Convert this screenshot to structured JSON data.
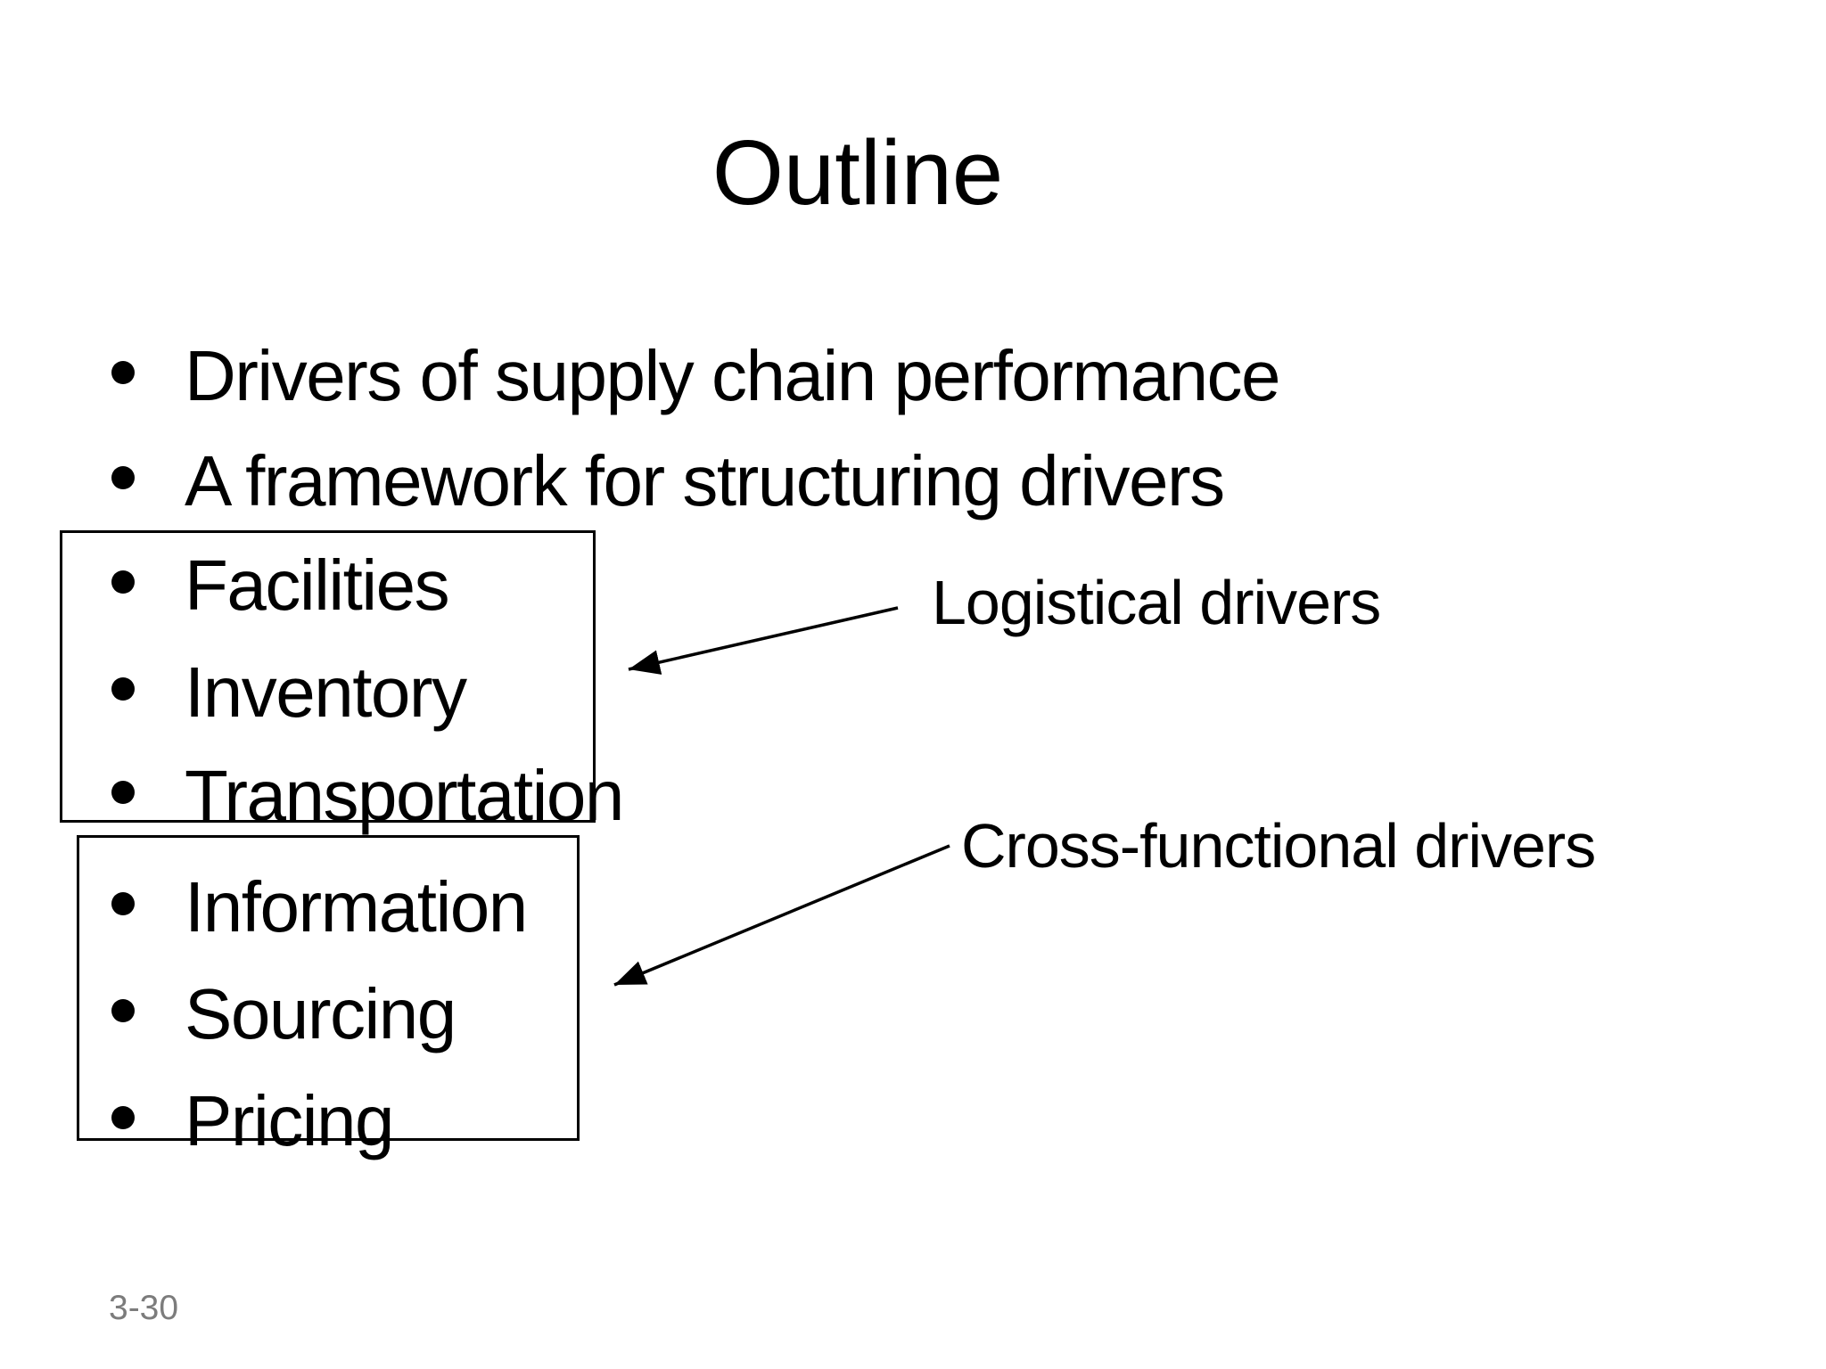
{
  "slide": {
    "title": "Outline",
    "bullets": [
      "Drivers of supply chain performance",
      "A framework for structuring drivers",
      "Facilities",
      "Inventory",
      "Transportation",
      "Information",
      "Sourcing",
      "Pricing"
    ],
    "annotations": {
      "logistical": "Logistical drivers",
      "cross_functional": "Cross-functional drivers"
    },
    "page_number": "3-30",
    "colors": {
      "text": "#000000",
      "shape_outline": "#000000",
      "page_number": "#7c7c7c",
      "background": "#ffffff"
    }
  }
}
